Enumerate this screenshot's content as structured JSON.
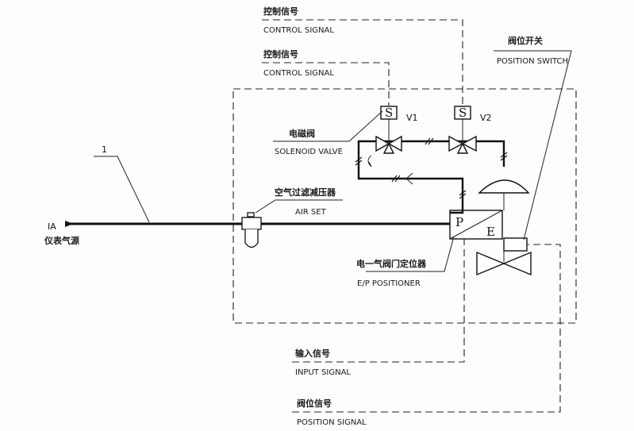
{
  "labels": {
    "control_signal_1_zh": "控制信号",
    "control_signal_1_en": "CONTROL SIGNAL",
    "control_signal_2_zh": "控制信号",
    "control_signal_2_en": "CONTROL SIGNAL",
    "position_switch_zh": "阀位开关",
    "position_switch_en": "POSITION SWITCH",
    "solenoid_valve_zh": "电磁阀",
    "solenoid_valve_en": "SOLENOID VALVE",
    "air_set_zh": "空气过滤减压器",
    "air_set_en": "AIR SET",
    "ep_positioner_zh": "电一气阀门定位器",
    "ep_positioner_en": "E/P POSITIONER",
    "input_signal_zh": "输入信号",
    "input_signal_en": "INPUT SIGNAL",
    "position_signal_zh": "阀位信号",
    "position_signal_en": "POSITION SIGNAL",
    "ia_code": "IA",
    "ia_zh": "仪表气源",
    "callout_1": "1",
    "valve_v1": "V1",
    "valve_v2": "V2",
    "solenoid_letter": "S",
    "positioner_p": "P",
    "positioner_e": "E"
  }
}
